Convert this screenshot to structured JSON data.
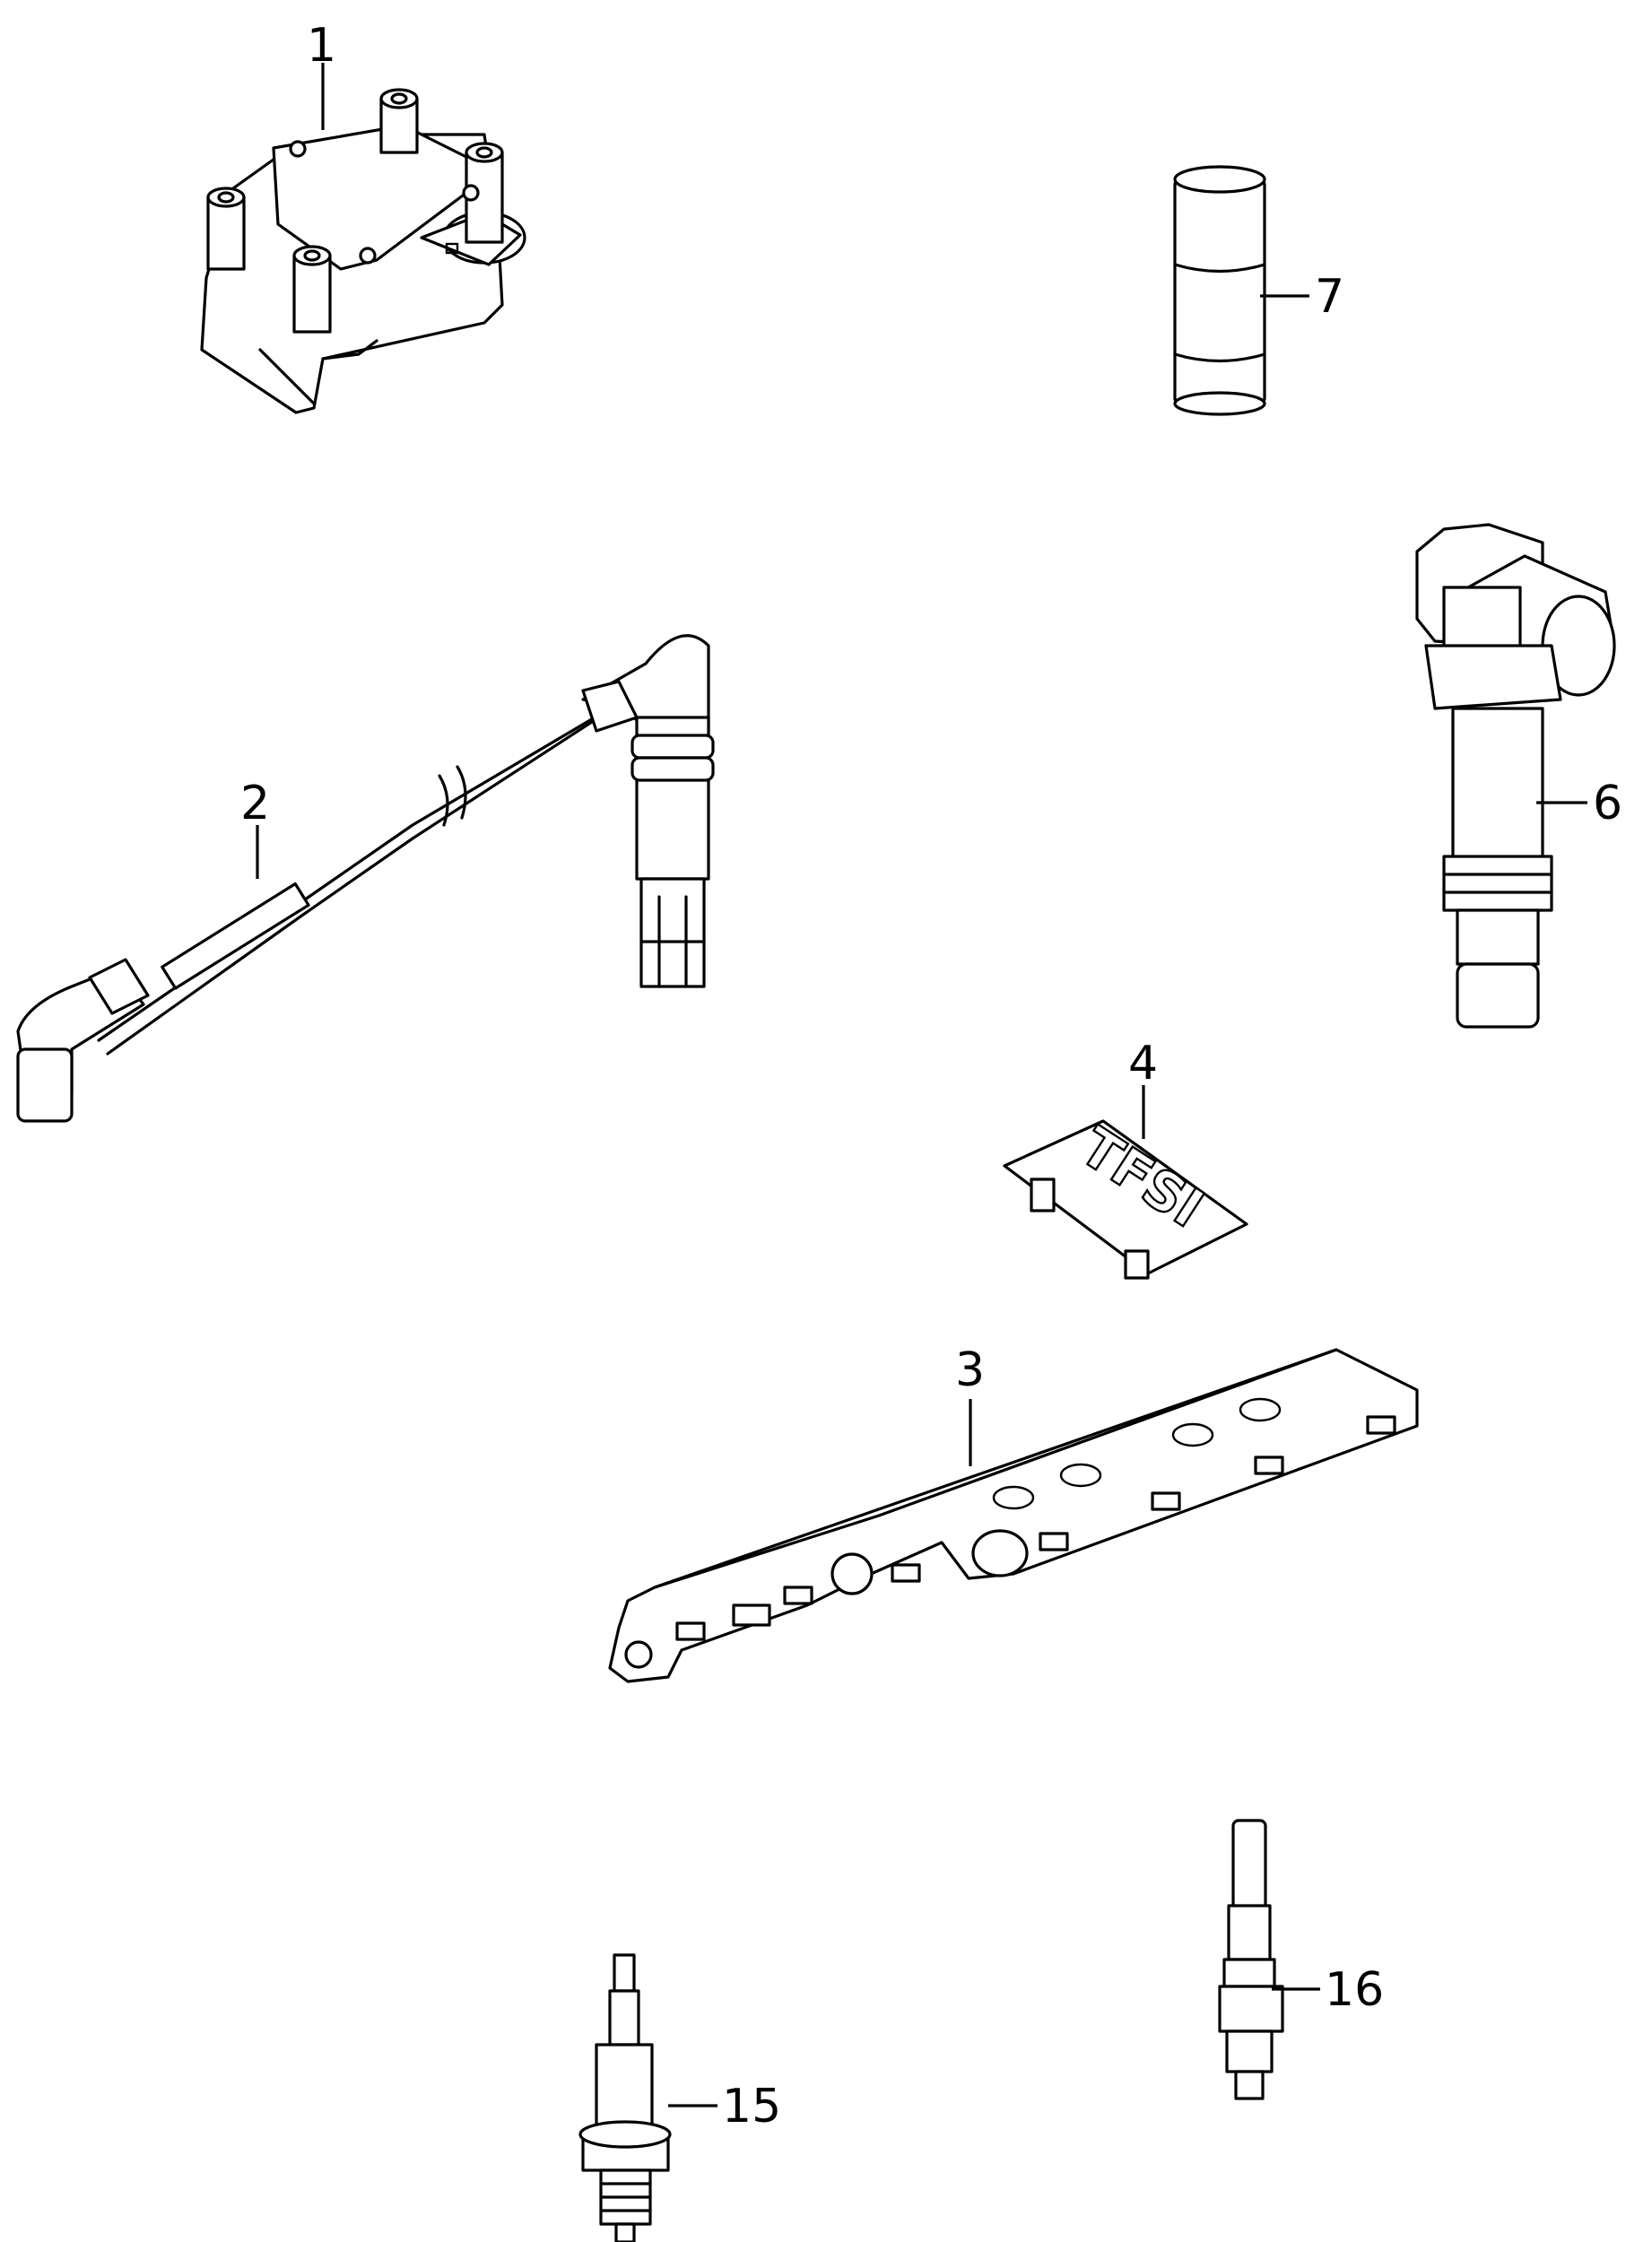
{
  "callouts": [
    {
      "id": "coil-pack",
      "label": "1"
    },
    {
      "id": "ignition-lead",
      "label": "2"
    },
    {
      "id": "connector-strip",
      "label": "3"
    },
    {
      "id": "tfsi-emblem",
      "label": "4"
    },
    {
      "id": "ignition-coil",
      "label": "6"
    },
    {
      "id": "grease-tube",
      "label": "7"
    },
    {
      "id": "spark-plug",
      "label": "15"
    },
    {
      "id": "glow-plug",
      "label": "16"
    }
  ],
  "emblem_text": "TFSI",
  "colors": {
    "line": "#000000",
    "background": "#ffffff"
  }
}
